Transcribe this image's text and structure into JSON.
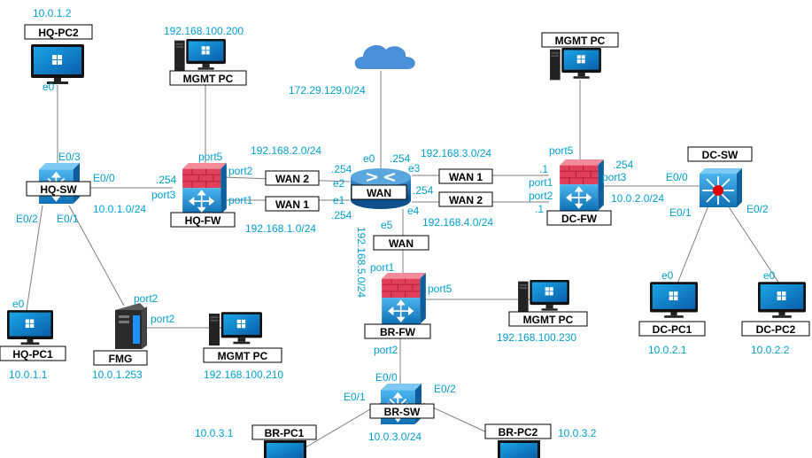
{
  "devices": {
    "hq_pc2": {
      "name": "HQ-PC2",
      "ip": "10.0.1.2",
      "port": "e0"
    },
    "hq_sw": {
      "name": "HQ-SW",
      "ports": {
        "e03": "E0/3",
        "e00": "E0/0",
        "e02": "E0/2",
        "e01": "E0/1"
      },
      "subnet": "10.0.1.0/24"
    },
    "hq_pc1": {
      "name": "HQ-PC1",
      "ip": "10.0.1.1",
      "port": "e0"
    },
    "fmg": {
      "name": "FMG",
      "ip": "10.0.1.253",
      "port_top": "port2",
      "port_right": "port2"
    },
    "mgmt_fmg": {
      "name": "MGMT PC",
      "ip": "192.168.100.210"
    },
    "mgmt_hq": {
      "name": "MGMT PC",
      "ip": "192.168.100.200"
    },
    "hq_fw": {
      "name": "HQ-FW",
      "port5": "port5",
      "port2": "port2",
      "port3": "port3",
      "port1": "port1",
      "port3_ip": ".254"
    },
    "wan_links": {
      "hq_wan2": "WAN 2",
      "hq_wan1": "WAN 1",
      "dc_wan1": "WAN 1",
      "dc_wan2": "WAN 2",
      "br_wan": "WAN"
    },
    "router": {
      "name": "WAN",
      "e0": "e0",
      "e0_ip": ".254",
      "e3": "e3",
      "e2": "e2",
      "e1": "e1",
      "e4": "e4",
      "e5": "e5",
      "e2_ip": ".254",
      "e1_ip": ".254",
      "e4_ip": ".254"
    },
    "cloud": {
      "subnet": "172.29.129.0/24"
    },
    "subnets": {
      "s2": "192.168.2.0/24",
      "s1": "192.168.1.0/24",
      "s3": "192.168.3.0/24",
      "s4": "192.168.4.0/24",
      "s5": "192.168.5.0/24"
    },
    "mgmt_dc": {
      "name": "MGMT PC"
    },
    "dc_fw": {
      "name": "DC-FW",
      "port5": "port5",
      "port1": "port1",
      "port2": "port2",
      "port3": "port3",
      "port1_ip": ".1",
      "port2_ip": ".1",
      "port3_ip": ".254"
    },
    "dc_sw": {
      "name": "DC-SW",
      "e00": "E0/0",
      "e01": "E0/1",
      "e02": "E0/2",
      "subnet": "10.0.2.0/24"
    },
    "dc_pc1": {
      "name": "DC-PC1",
      "ip": "10.0.2.1",
      "port": "e0"
    },
    "dc_pc2": {
      "name": "DC-PC2",
      "ip": "10.0.2.2",
      "port": "e0"
    },
    "br_fw": {
      "name": "BR-FW",
      "port1": "port1",
      "port5": "port5",
      "port2": "port2"
    },
    "mgmt_br": {
      "name": "MGMT PC",
      "ip": "192.168.100.230"
    },
    "br_sw": {
      "name": "BR-SW",
      "e00": "E0/0",
      "e01": "E0/1",
      "e02": "E0/2",
      "subnet": "10.0.3.0/24"
    },
    "br_pc1": {
      "name": "BR-PC1",
      "ip": "10.0.3.1"
    },
    "br_pc2": {
      "name": "BR-PC2",
      "ip": "10.0.3.2"
    }
  },
  "colors": {
    "label": "#00a0d6",
    "switch_blue": "#1f8fd6",
    "firewall_red": "#e0405a",
    "router_blue": "#1a73b8",
    "cloud": "#4a90d9",
    "dc_sw_red": "#e00000"
  }
}
